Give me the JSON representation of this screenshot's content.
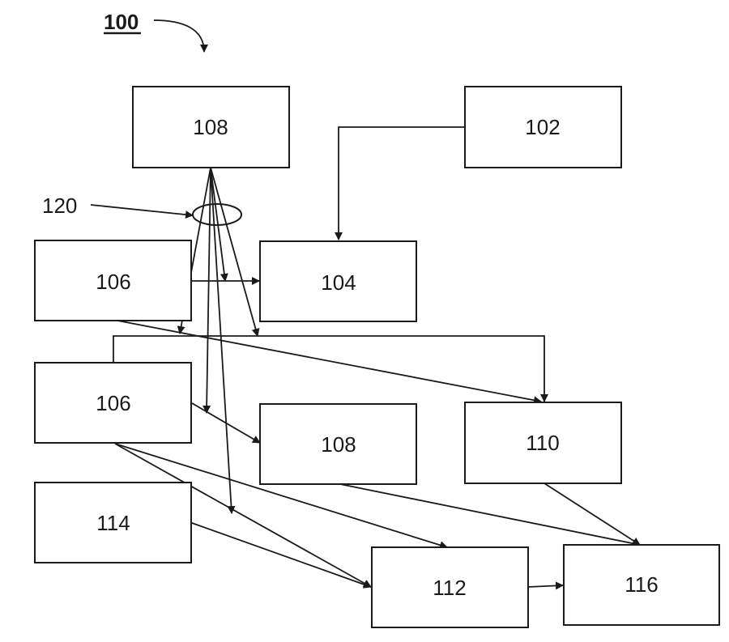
{
  "figure": {
    "label": "100",
    "callout_label": "120",
    "line_color": "#1a1a1a"
  },
  "boxes": [
    {
      "id": "b108a",
      "label": "108"
    },
    {
      "id": "b102",
      "label": "102"
    },
    {
      "id": "b106a",
      "label": "106"
    },
    {
      "id": "b104",
      "label": "104"
    },
    {
      "id": "b106b",
      "label": "106"
    },
    {
      "id": "b108b",
      "label": "108"
    },
    {
      "id": "b110",
      "label": "110"
    },
    {
      "id": "b114",
      "label": "114"
    },
    {
      "id": "b112",
      "label": "112"
    },
    {
      "id": "b116",
      "label": "116"
    }
  ],
  "connections": [
    {
      "from": "102",
      "to": "104"
    },
    {
      "from": "108",
      "to": "106 (upper)"
    },
    {
      "from": "108",
      "to": "106 (lower)"
    },
    {
      "from": "108",
      "to": "104"
    },
    {
      "from": "108",
      "to": "112"
    },
    {
      "from": "108",
      "to": "110"
    },
    {
      "from": "106 (upper)",
      "to": "104"
    },
    {
      "from": "106 (upper)",
      "to": "110"
    },
    {
      "from": "106 (lower)",
      "to": "110"
    },
    {
      "from": "106 (lower)",
      "to": "108 (lower)"
    },
    {
      "from": "106 (lower)",
      "to": "112"
    },
    {
      "from": "106 (lower)",
      "to": "112"
    },
    {
      "from": "114",
      "to": "112"
    },
    {
      "from": "108 (lower)",
      "to": "116"
    },
    {
      "from": "110",
      "to": "116"
    },
    {
      "from": "112",
      "to": "116"
    }
  ]
}
